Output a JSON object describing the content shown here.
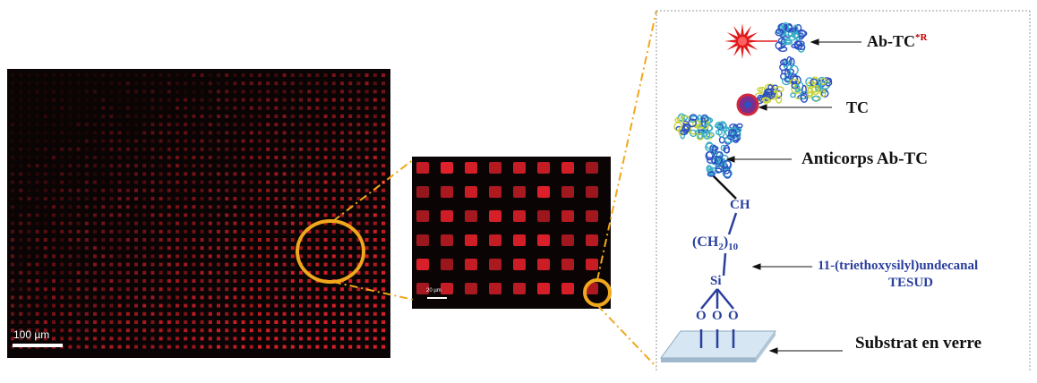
{
  "microscopy": {
    "scale_bar_label": "100 µm",
    "zoom_scale_bar_label": "20 µm"
  },
  "labels": {
    "ab_tc_prefix": "Ab-TC",
    "ab_tc_superscript": "*R",
    "tc": "TC",
    "anticorps": "Anticorps Ab-TC",
    "tesud_line1": "11-(triethoxysilyl)undecanal",
    "tesud_line2": "TESUD",
    "substrat": "Substrat en verre"
  },
  "chemistry": {
    "ch": "CH",
    "ch2_base": "(CH",
    "ch2_sub": "2",
    "ch2_close": ")",
    "ch2_repeat": "10",
    "si": "Si",
    "oxygen": [
      "O",
      "O",
      "O"
    ]
  },
  "colors": {
    "spot_red": "#e0202a",
    "dark_bg": "#0a0404",
    "highlight_circle": "#f0a81c",
    "chem_blue": "#2a3f9e",
    "superscript_red": "#c00000",
    "antibody_blue": "#2b4fc4",
    "antibody_cyan": "#3ab0c8",
    "antibody_yellow": "#c8d43a"
  }
}
